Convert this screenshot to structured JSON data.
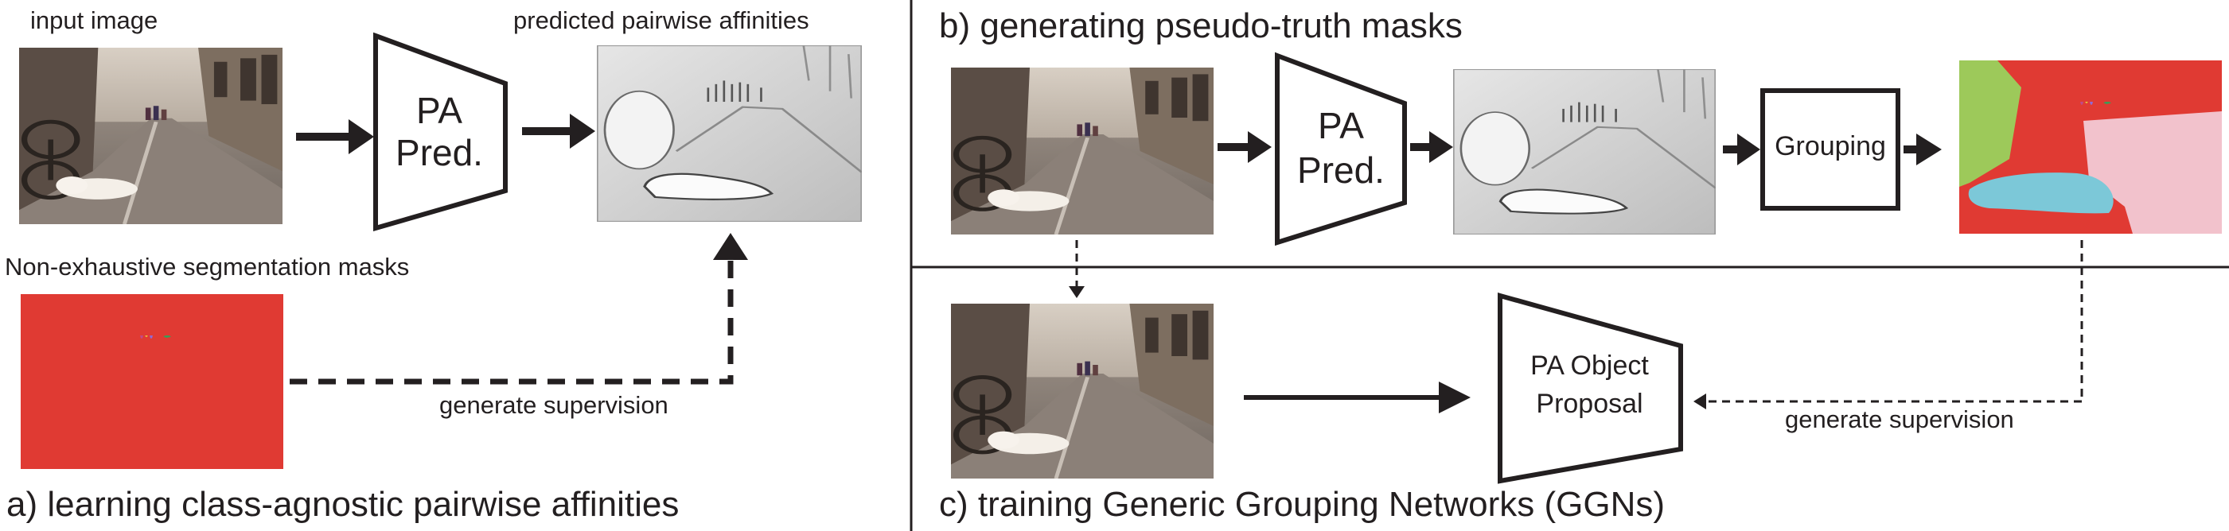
{
  "panel_a": {
    "input_label": "input image",
    "affinity_label": "predicted pairwise affinities",
    "masks_label": "Non-exhaustive segmentation masks",
    "supervision_label": "generate supervision",
    "predictor_line1": "PA",
    "predictor_line2": "Pred.",
    "title": "a) learning class-agnostic pairwise affinities"
  },
  "panel_b": {
    "title": "b) generating pseudo-truth masks",
    "predictor_line1": "PA",
    "predictor_line2": "Pred.",
    "grouping_label": "Grouping"
  },
  "panel_c": {
    "title": "c) training Generic Grouping Networks (GGNs)",
    "proposal_line1": "PA Object",
    "proposal_line2": "Proposal",
    "supervision_label": "generate supervision"
  },
  "colors": {
    "ink": "#231f20",
    "mask_red": "#e03a33",
    "mask_green": "#9dc95a",
    "mask_cyan": "#7cc8d8",
    "mask_pink": "#f2c2cc"
  },
  "icons": [
    "street-photo-icon",
    "affinity-map-icon",
    "segmentation-mask-icon",
    "arrow-icon"
  ]
}
